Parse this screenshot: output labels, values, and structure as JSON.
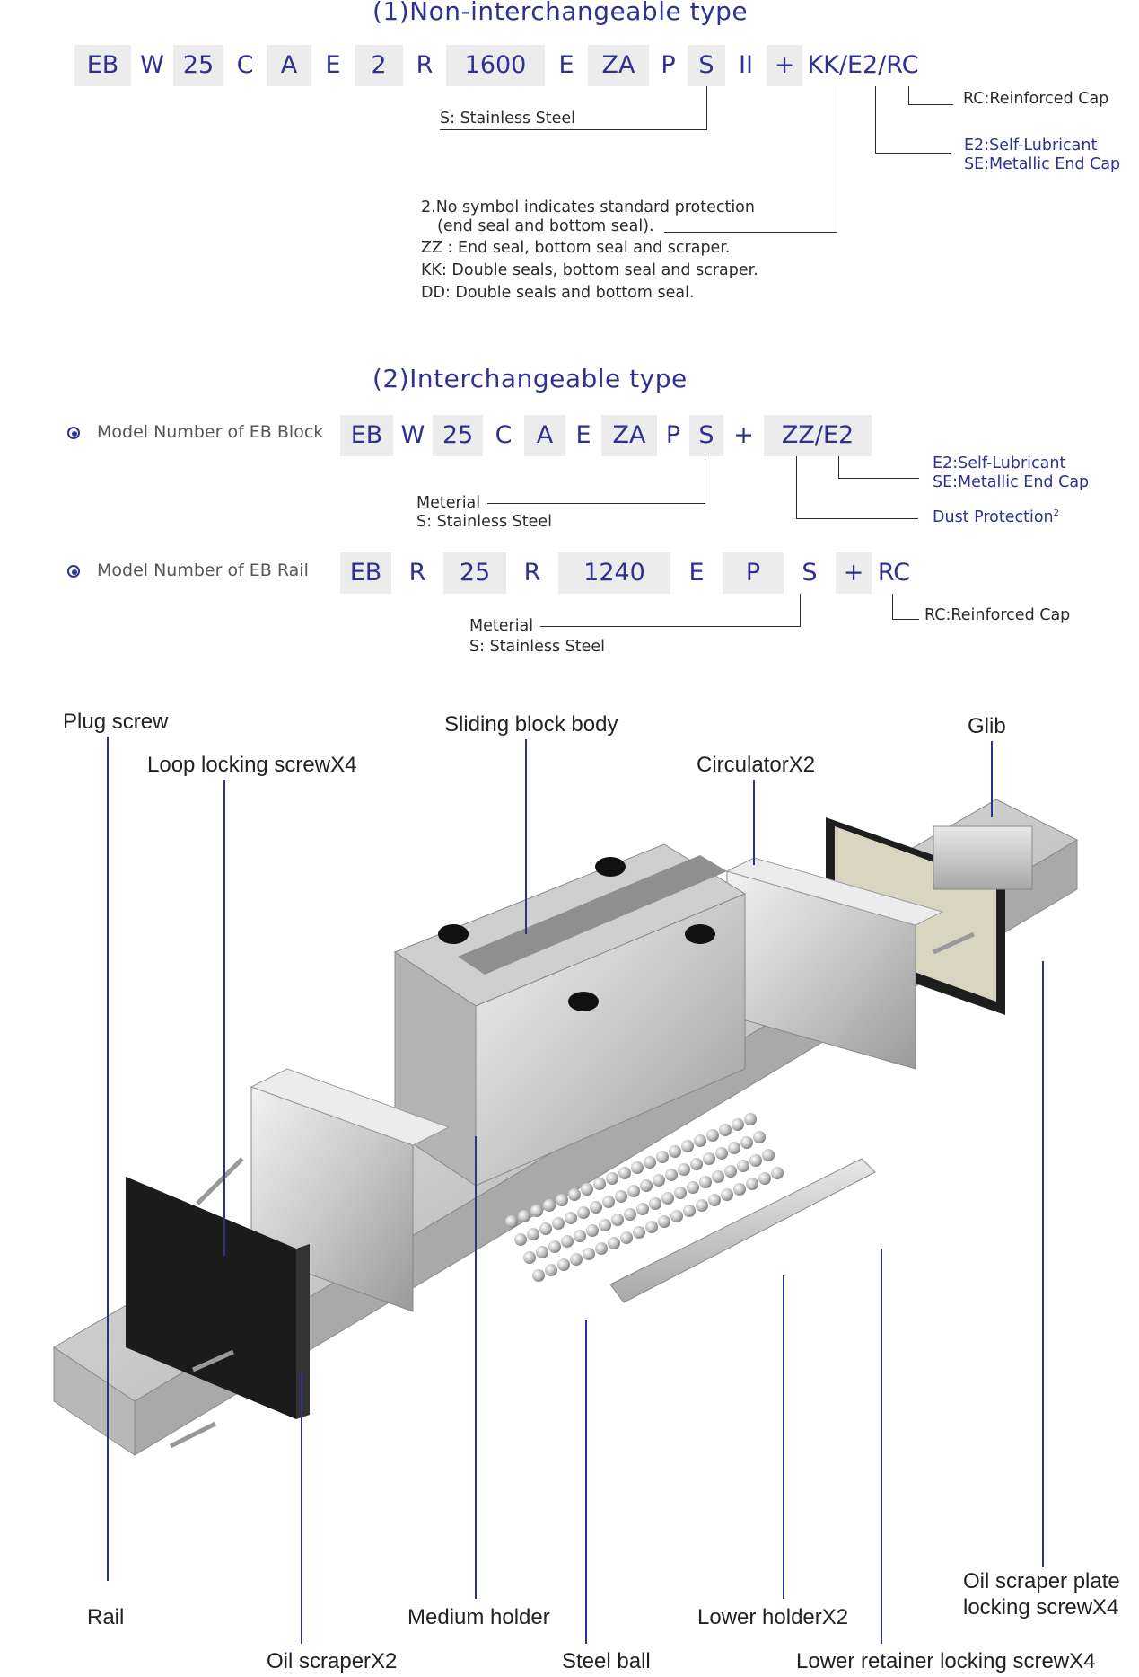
{
  "section1": {
    "title": "(1)Non-interchangeable type",
    "codes": [
      "EB",
      "W",
      "25",
      "C",
      "A",
      "E",
      "2",
      "R",
      "1600",
      "E",
      "ZA",
      "P",
      "S",
      "II",
      "+",
      "KK/E2/RC"
    ],
    "notes": {
      "rc": "RC:Reinforced Cap",
      "e2": "E2:Self-Lubricant",
      "se": "SE:Metallic End Cap",
      "s": "S: Stainless Steel",
      "p1": "2.No symbol indicates standard protection",
      "p2": "(end seal and bottom seal).",
      "p3": "ZZ : End seal, bottom seal and scraper.",
      "p4": "KK: Double seals, bottom seal and scraper.",
      "p5": "DD: Double seals and bottom seal."
    }
  },
  "section2": {
    "title": "(2)Interchangeable type",
    "block": {
      "label": "Model Number of EB Block",
      "codes": [
        "EB",
        "W",
        "25",
        "C",
        "A",
        "E",
        "ZA",
        "P",
        "S",
        "+",
        "ZZ/E2"
      ],
      "notes": {
        "e2": "E2:Self-Lubricant",
        "se": "SE:Metallic End Cap",
        "dust": "Dust Protection",
        "dust_sup": "2",
        "meterial": "Meterial",
        "s": "S: Stainless Steel"
      }
    },
    "rail": {
      "label": "Model Number of EB Rail",
      "codes": [
        "EB",
        "R",
        "25",
        "R",
        "1240",
        "E",
        "P",
        "S",
        "+",
        "RC"
      ],
      "notes": {
        "rc": "RC:Reinforced Cap",
        "meterial": "Meterial",
        "s": "S: Stainless Steel"
      }
    }
  },
  "parts": {
    "plug_screw": "Plug screw",
    "loop_locking_screw": "Loop locking screwX4",
    "sliding_block_body": "Sliding block body",
    "circulator": "CirculatorX2",
    "glib": "Glib",
    "rail": "Rail",
    "oil_scraper": "Oil scraperX2",
    "medium_holder": "Medium holder",
    "steel_ball": "Steel ball",
    "lower_holder": "Lower holderX2",
    "lower_retainer": "Lower retainer locking screwX4",
    "oil_scraper_plate_1": "Oil scraper plate",
    "oil_scraper_plate_2": "locking screwX4"
  },
  "colors": {
    "accent": "#2e3190",
    "cell_bg": "#ececec"
  }
}
